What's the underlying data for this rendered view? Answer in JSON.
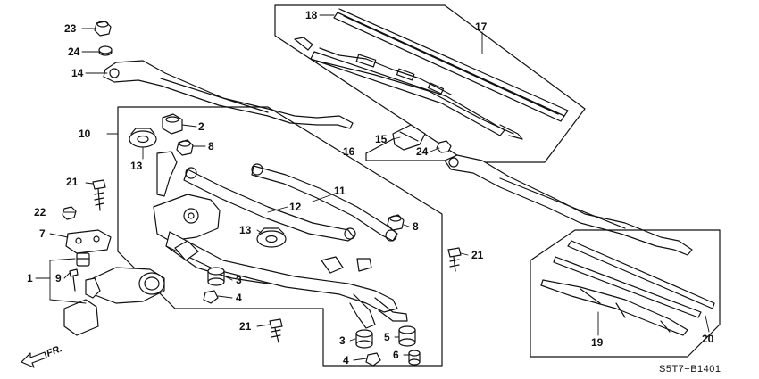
{
  "diagram": {
    "code": "S5T7−B1401",
    "direction": "FR.",
    "callouts": {
      "c1": "1",
      "c2": "2",
      "c3a": "3",
      "c3b": "3",
      "c4a": "4",
      "c4b": "4",
      "c5": "5",
      "c6": "6",
      "c7": "7",
      "c8a": "8",
      "c8b": "8",
      "c9": "9",
      "c10": "10",
      "c11": "11",
      "c12": "12",
      "c13a": "13",
      "c13b": "13",
      "c14": "14",
      "c15": "15",
      "c16": "16",
      "c17": "17",
      "c18": "18",
      "c19": "19",
      "c20": "20",
      "c21a": "21",
      "c21b": "21",
      "c21c": "21",
      "c22": "22",
      "c23": "23",
      "c24a": "24",
      "c24b": "24"
    }
  }
}
